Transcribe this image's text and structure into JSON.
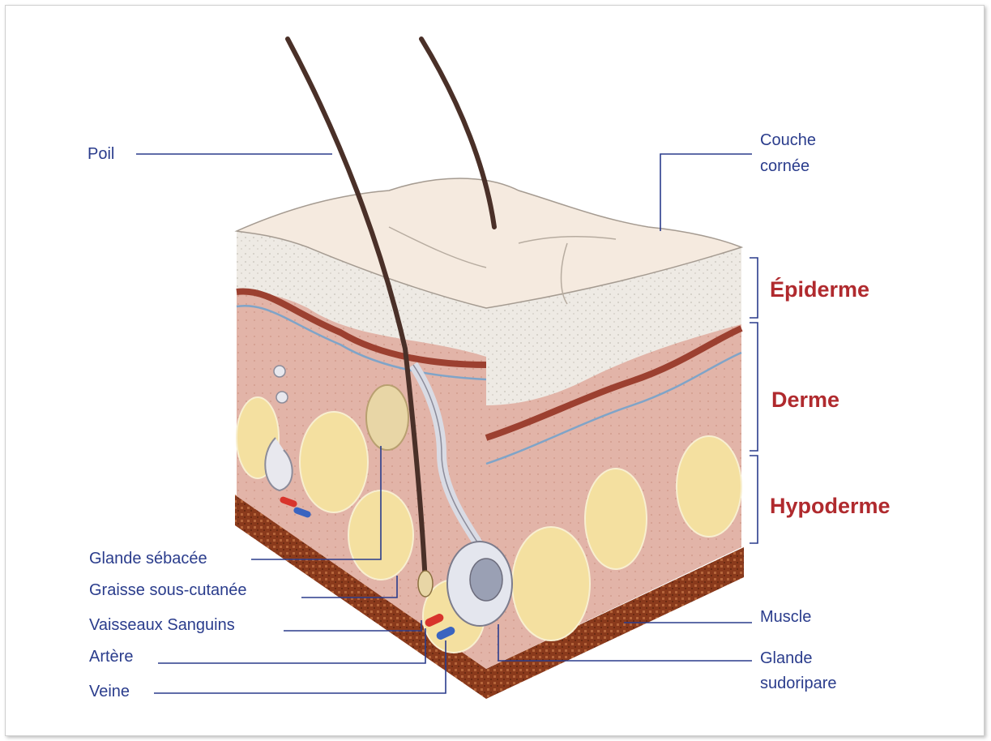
{
  "labels": {
    "poil": "Poil",
    "couche_cornee_1": "Couche",
    "couche_cornee_2": "cornée",
    "glande_sebacee": "Glande sébacée",
    "graisse": "Graisse sous-cutanée",
    "vaisseaux": "Vaisseaux Sanguins",
    "artere": "Artère",
    "veine": "Veine",
    "muscle": "Muscle",
    "glande_sudoripare_1": "Glande",
    "glande_sudoripare_2": "sudoripare"
  },
  "layers": {
    "epiderme": "Épiderme",
    "derme": "Derme",
    "hypoderme": "Hypoderme"
  },
  "colors": {
    "label_blue": "#2a3c8c",
    "layer_red": "#b02a2e"
  }
}
